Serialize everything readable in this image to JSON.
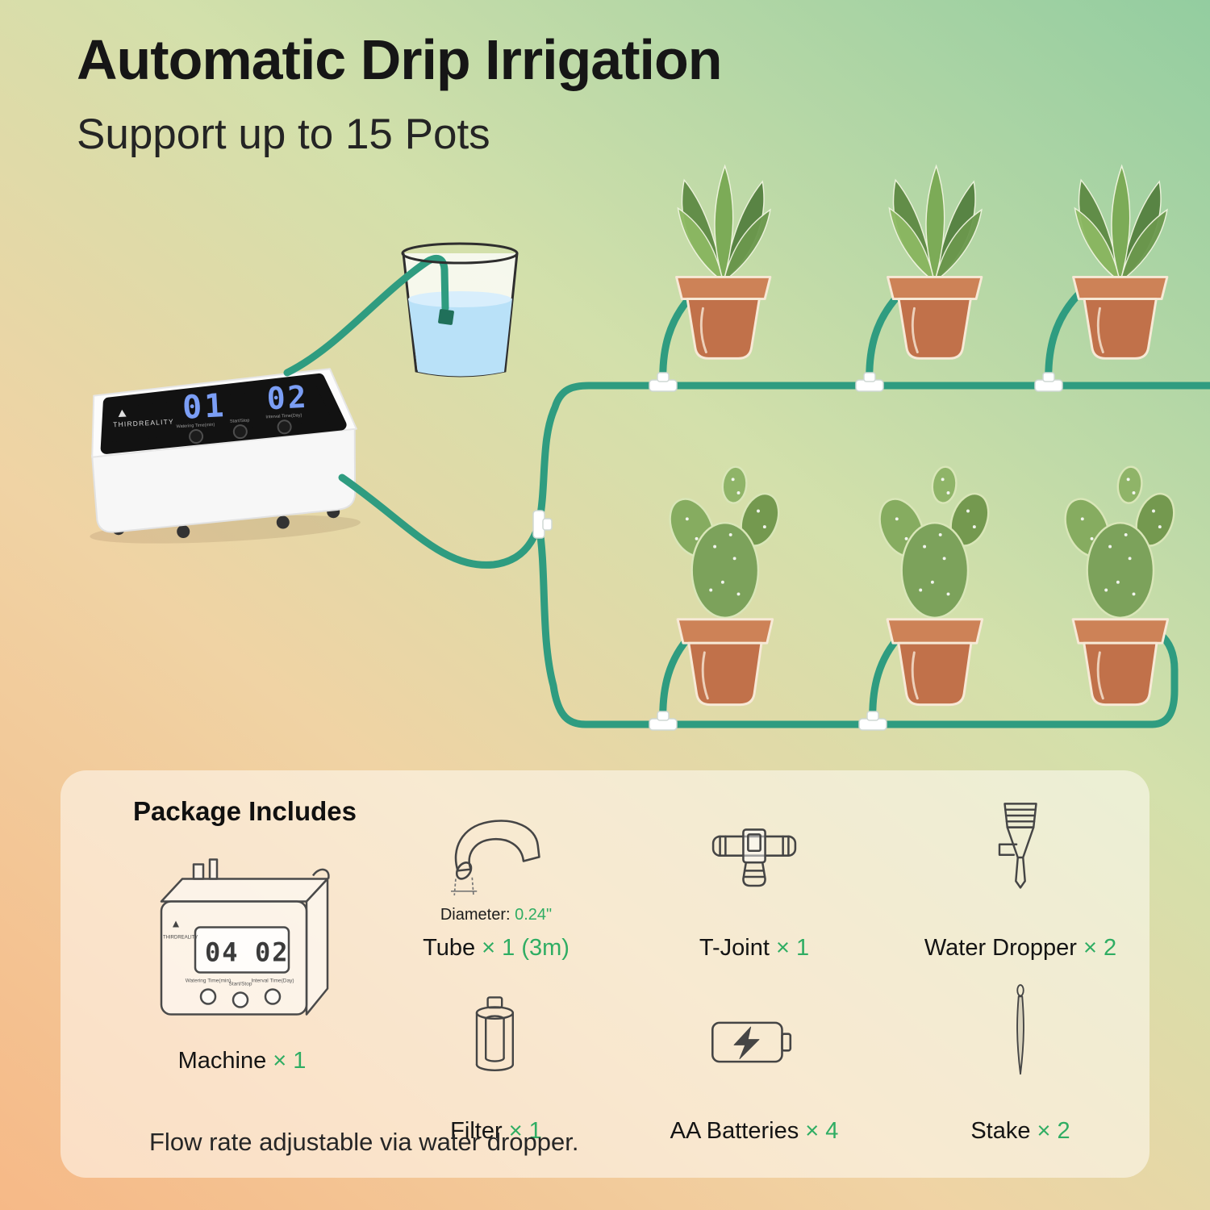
{
  "header": {
    "title": "Automatic Drip Irrigation",
    "subtitle": "Support up to 15 Pots"
  },
  "machine": {
    "brand": "THIRDREALITY",
    "display_left": "01",
    "display_right": "02",
    "buttons": [
      "Watering Time(min)",
      "Start/Stop",
      "Interval Time(Day)"
    ]
  },
  "package": {
    "heading": "Package Includes",
    "footer": "Flow rate adjustable via water dropper.",
    "machine_item": {
      "label": "Machine",
      "qty": "× 1",
      "display_left": "04",
      "display_right": "02"
    },
    "tube": {
      "label": "Tube",
      "qty": "× 1 (3m)",
      "diameter_label": "Diameter:",
      "diameter_value": "0.24\""
    },
    "tjoint": {
      "label": "T-Joint",
      "qty": "× 1"
    },
    "dropper": {
      "label": "Water Dropper",
      "qty": "× 2"
    },
    "filter": {
      "label": "Filter",
      "qty": "× 1"
    },
    "batteries": {
      "label": "AA Batteries",
      "qty": "× 4"
    },
    "stake": {
      "label": "Stake",
      "qty": "× 2"
    }
  },
  "colors": {
    "tube_green": "#2f9c80",
    "accent_green": "#2fad63",
    "terracotta": "#c1714a",
    "water_blue": "#b9e1f8",
    "led_blue": "#7b9ef5"
  }
}
